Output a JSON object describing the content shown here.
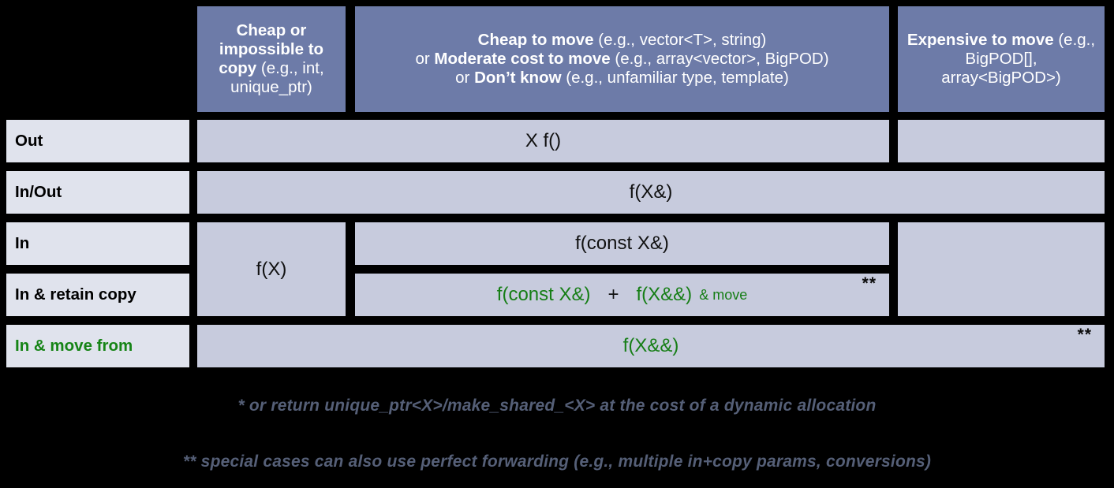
{
  "table": {
    "corner_cell": "",
    "columns": [
      {
        "id": "cheap-or-impossible-to-copy",
        "strong": "Cheap or impossible to copy",
        "example": " (e.g., int, unique_ptr)"
      },
      {
        "id": "cheap-to-move",
        "line1_strong": "Cheap to move",
        "line1_rest": " (e.g., vector<T>, string)",
        "line2_prefix": "or ",
        "line2_strong": "Moderate cost to move",
        "line2_rest": " (e.g., array<vector>, BigPOD)",
        "line3_prefix": "or ",
        "line3_strong": "Don’t know",
        "line3_rest": " (e.g., unfamiliar type, template)"
      },
      {
        "id": "expensive-to-move",
        "strong": "Expensive to move",
        "example": " (e.g., BigPOD[], array<BigPOD>)"
      }
    ],
    "rows": [
      {
        "id": "out",
        "label": "Out",
        "label_green": false
      },
      {
        "id": "in-out",
        "label": "In/Out",
        "label_green": false
      },
      {
        "id": "in",
        "label": "In",
        "label_green": false
      },
      {
        "id": "in-retain-copy",
        "label": "In & retain copy",
        "label_green": false
      },
      {
        "id": "in-move-from",
        "label": "In & move from",
        "label_green": true
      }
    ],
    "cells": {
      "out_signature": "X f()",
      "inout_signature": "f(X&)",
      "in_cheap_copy_signature": "f(X)",
      "in_signature": "f(const X&)",
      "retain_copy_sig_a": "f(const X&)",
      "retain_copy_plus": "+",
      "retain_copy_sig_b": "f(X&&)",
      "retain_copy_suffix": "& move",
      "retain_copy_marker": "**",
      "move_from_signature": "f(X&&)",
      "move_from_marker": "**"
    }
  },
  "footnotes": [
    "* or return unique_ptr<X>/make_shared_<X> at the cost of a dynamic allocation",
    "** special cases can also use perfect forwarding (e.g., multiple in+copy params, conversions)"
  ],
  "colors": {
    "header_fill": "#6d7ba8",
    "body_fill": "#c7cbdd",
    "row_label_fill": "#e0e3ed",
    "accent_green": "#167e16",
    "page_background": "#000000",
    "footnote_text": "#555f77"
  }
}
